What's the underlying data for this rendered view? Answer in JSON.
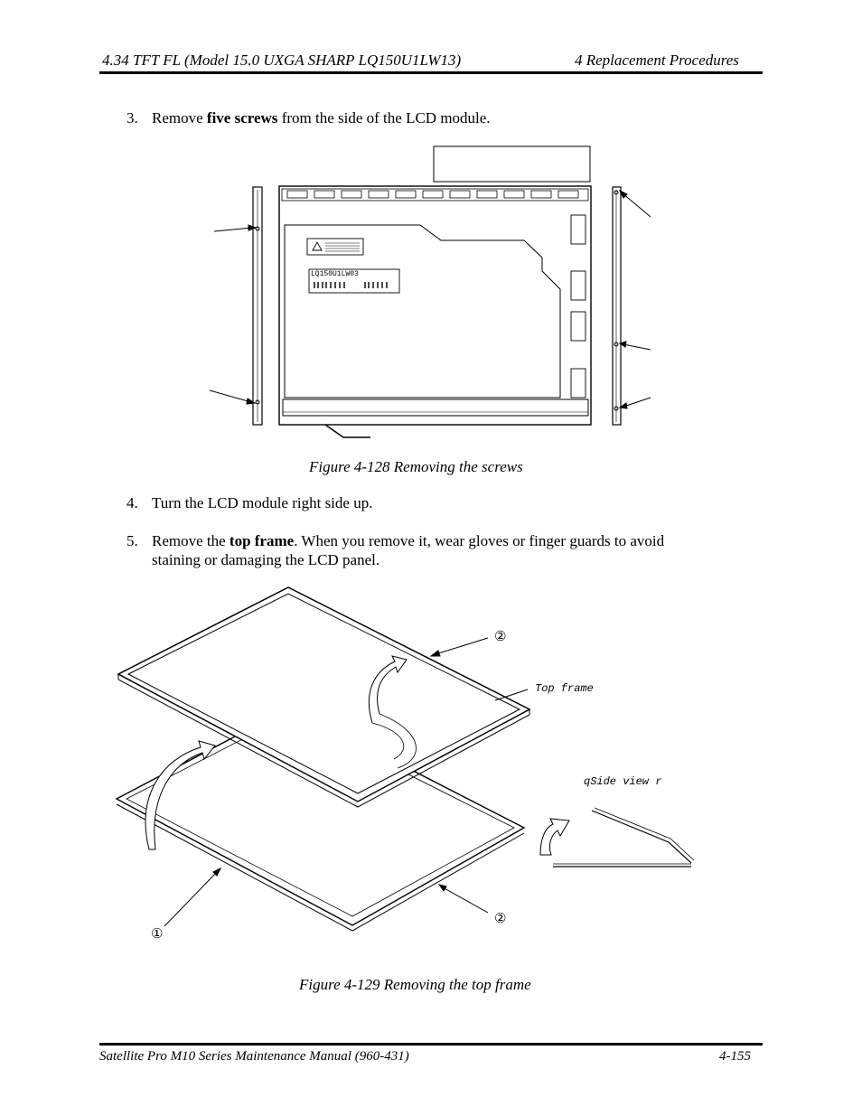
{
  "header": {
    "section": "4.34  TFT FL (Model 15.0 UXGA SHARP LQ150U1LW13)",
    "chapter": "4  Replacement Procedures"
  },
  "steps": [
    {
      "num": "3.",
      "pre": "Remove ",
      "bold": "five screws",
      "post": " from the side of the LCD module."
    },
    {
      "num": "4.",
      "text": "Turn the LCD module right side up."
    },
    {
      "num": "5.",
      "pre": "Remove the ",
      "bold": "top frame",
      "post": ". When you remove it, wear gloves or finger guards to avoid",
      "line2": "staining or damaging the LCD panel."
    }
  ],
  "figure1": {
    "caption": "Figure 4-128   Removing the screws",
    "label_model": "LQ150U1LW03"
  },
  "figure2": {
    "caption": "Figure 4-129   Removing the top frame",
    "label_top_frame": "Top frame",
    "label_side_view": "qSide view r",
    "marker_1": "①",
    "marker_2a": "②",
    "marker_2b": "②"
  },
  "footer": {
    "manual": "Satellite Pro M10 Series Maintenance Manual (960-431)",
    "page": "4-155"
  }
}
